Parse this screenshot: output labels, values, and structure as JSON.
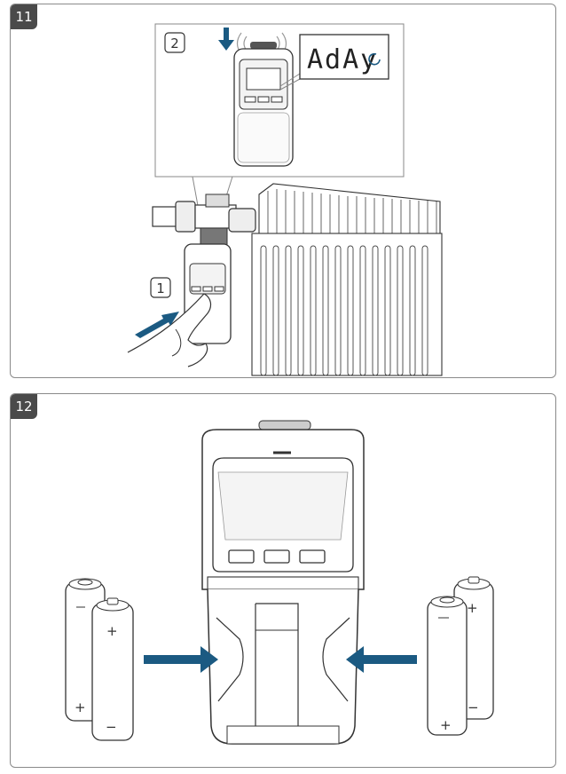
{
  "panels": [
    {
      "number": "11",
      "steps": [
        "2",
        "1"
      ],
      "display_text": "AdAy"
    },
    {
      "number": "12",
      "battery_marks": [
        "+",
        "−"
      ]
    }
  ],
  "colors": {
    "arrow": "#1b5a82",
    "line": "#333333",
    "badge_bg": "#4a4a4a"
  },
  "icons": [
    "press-arrow-icon",
    "insert-arrow-icon",
    "battery-icon",
    "radiator",
    "thermostat",
    "lcd-display"
  ]
}
